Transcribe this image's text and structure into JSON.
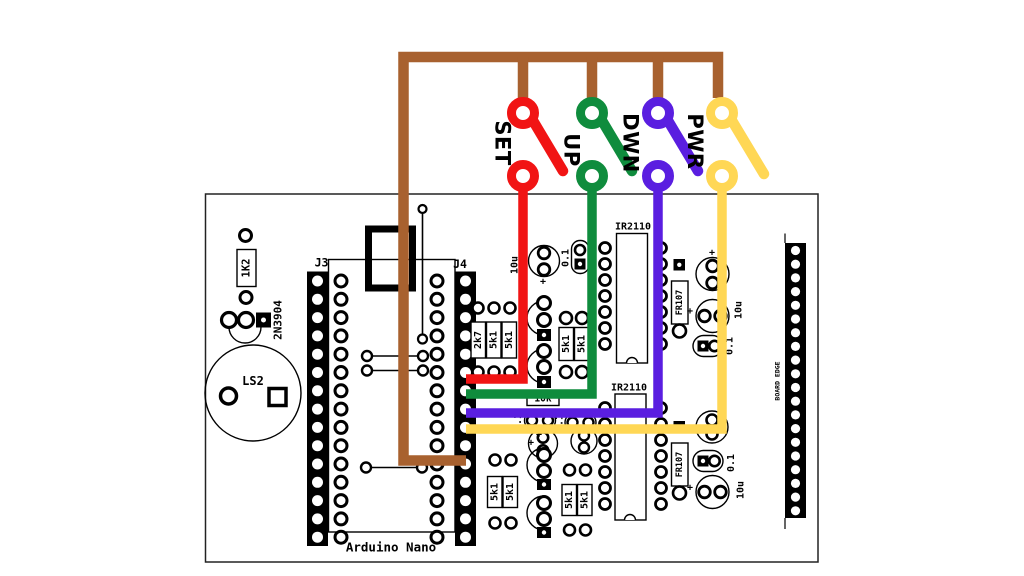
{
  "buttons": [
    {
      "label": "SET",
      "color": "#F11414"
    },
    {
      "label": "UP",
      "color": "#0F8C3D"
    },
    {
      "label": "DWN",
      "color": "#5A1EE0"
    },
    {
      "label": "PWR",
      "color": "#FFD755"
    }
  ],
  "bus": {
    "color": "#A8612F"
  },
  "colors": {
    "silkscreen": "#000000",
    "board_background": "#FFFFFF"
  },
  "labels": {
    "j3": "J3",
    "j4": "J4",
    "arduino": "Arduino Nano",
    "speaker": "LS2",
    "transistor": "2N3904",
    "r1k2": "1K2",
    "r2k7": "2k7",
    "r5k1": "5k1",
    "r10k": "10k",
    "ic": "IR2110",
    "diode": "FR107",
    "cap01": "0.1",
    "cap10u": "10u",
    "board_edge": "BOARD EDGE",
    "plus": "+"
  }
}
